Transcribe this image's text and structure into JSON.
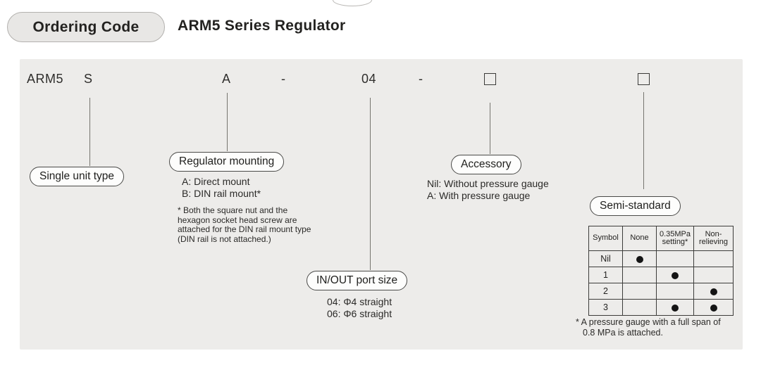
{
  "header": {
    "badge": "Ordering Code",
    "title": "ARM5 Series Regulator"
  },
  "code": {
    "family": "ARM5",
    "unit": "S",
    "mounting": "A",
    "separator1": "-",
    "port_size": "04",
    "separator2": "-"
  },
  "single_unit": {
    "label": "Single unit type"
  },
  "mounting": {
    "label": "Regulator mounting",
    "options": {
      "a": "A: Direct mount",
      "b": "B: DIN rail mount*"
    },
    "note": {
      "l1": "* Both the square nut and the",
      "l2": "hexagon socket head screw are",
      "l3": "attached for the DIN rail mount type",
      "l4": "(DIN rail is not attached.)"
    }
  },
  "port": {
    "label": "IN/OUT port size",
    "options": {
      "o04": "04: Φ4 straight",
      "o06": "06: Φ6 straight"
    }
  },
  "accessory": {
    "label": "Accessory",
    "options": {
      "nil": "Nil: Without pressure gauge",
      "a": "A: With pressure gauge"
    }
  },
  "semi_standard": {
    "label": "Semi-standard",
    "table": {
      "col_symbol": "Symbol",
      "col_none": "None",
      "col_setting_l1": "0.35MPa",
      "col_setting_l2": "setting*",
      "col_nonrel_l1": "Non-",
      "col_nonrel_l2": "relieving",
      "rows": [
        {
          "symbol": "Nil",
          "none": true,
          "setting": false,
          "non_relieving": false
        },
        {
          "symbol": "1",
          "none": false,
          "setting": true,
          "non_relieving": false
        },
        {
          "symbol": "2",
          "none": false,
          "setting": false,
          "non_relieving": true
        },
        {
          "symbol": "3",
          "none": false,
          "setting": true,
          "non_relieving": true
        }
      ]
    },
    "note": {
      "l1": "* A pressure gauge with a full span of",
      "l2": "0.8 MPa is attached."
    }
  }
}
